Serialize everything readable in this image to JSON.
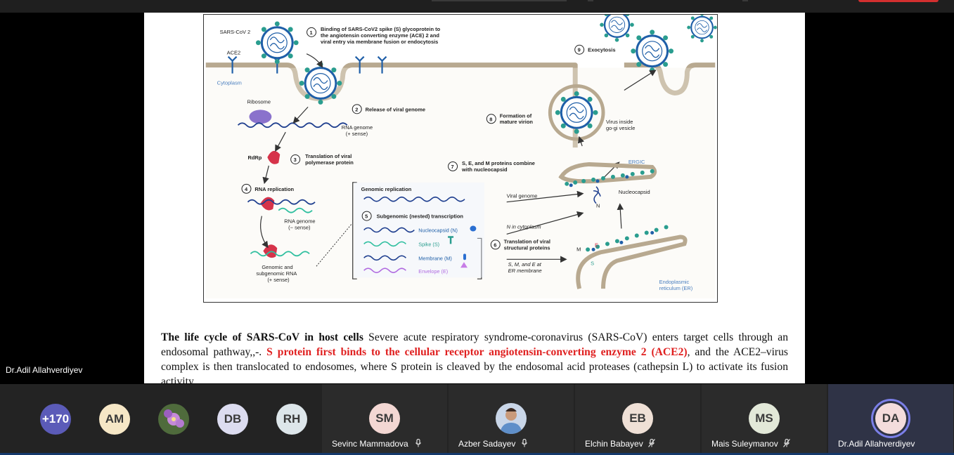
{
  "meeting": {
    "speaker_label": "Dr.Adil Allahverdiyev",
    "colors": {
      "background": "#000000",
      "gallery": "#232323",
      "tile": "#2b2b2b",
      "active_ring": "#7b7fe8",
      "record": "#d32f2f"
    }
  },
  "slide": {
    "figure_labels": {
      "sars": "SARS-CoV 2",
      "ace2": "ACE2",
      "cytoplasm": "Cytoplasm",
      "step1_num": "1",
      "step1_a": "Binding of SARS-CoV2 spike (S) glycoprotein to",
      "step1_b": "the angiotensin converting enzyme (ACE) 2 and",
      "step1_c": "viral entry via membrane fusion or endocytosis",
      "exocytosis_num": "9",
      "exocytosis": "Exocytosis",
      "ribosome": "Ribosome",
      "step2_num": "2",
      "step2": "Release of viral genome",
      "rna_genome_pos_a": "RNA genome",
      "rna_genome_pos_b": "(+ sense)",
      "rdrp": "RdRp",
      "step3_num": "3",
      "step3_a": "Translation of viral",
      "step3_b": "polymerase protein",
      "step8_num": "8",
      "step8_a": "Formation of",
      "step8_b": "mature virion",
      "golgi_a": "Virus inside",
      "golgi_b": "go-gi vesicle",
      "step7_num": "7",
      "step7_a": "S, E, and M proteins combine",
      "step7_b": "with nucleocapsid",
      "ergic": "ERGIC",
      "step4_num": "4",
      "step4": "RNA replication",
      "genomic_replication": "Genomic replication",
      "viral_genome": "Viral genome",
      "nucleocapsid": "Nucleocapsid",
      "n_label": "N",
      "rna_genome_neg_a": "RNA genome",
      "rna_genome_neg_b": "(− sense)",
      "step5_num": "5",
      "step5": "Subgenomic (nested) transcription",
      "legend_n": "Nucleocapsid (N)",
      "legend_s": "Spike (S)",
      "legend_m": "Membrane (M)",
      "legend_e": "Envelope (E)",
      "n_cytoplasm": "N in cytoplasm",
      "step6_num": "6",
      "step6_a": "Translation of viral",
      "step6_b": "structural proteins",
      "sme_a": "S, M, and E at",
      "sme_b": "ER membrane",
      "genomic_sub_a": "Genomic and",
      "genomic_sub_b": "subgenomic RNA",
      "genomic_sub_c": "(+ sense)",
      "m_label": "M",
      "e_label": "E",
      "s_label": "S",
      "er_a": "Endoplasmic",
      "er_b": "reticulum (ER)"
    },
    "caption": {
      "bold": "The life cycle of SARS-CoV in host cells",
      "text1": " Severe acute respiratory syndrome-coronavirus (SARS-CoV) enters target cells through an endosomal pathway,,-. ",
      "red": "S protein first binds to the cellular receptor angiotensin-converting enzyme 2 (ACE2)",
      "text2": ", and the ACE2–virus complex is then translocated to endosomes, where S protein is cleaved by the endosomal acid proteases (cathepsin L) to activate its fusion activity."
    }
  },
  "gallery": {
    "mini": [
      {
        "initials": "+170",
        "color": "#5b5bb8",
        "text_color": "#ffffff"
      },
      {
        "initials": "AM",
        "color": "#f6e7c6",
        "text_color": "#3a3a3a"
      },
      {
        "initials": "",
        "color": "#6c8f5a",
        "text_color": "#ffffff"
      },
      {
        "initials": "DB",
        "color": "#dcdcf0",
        "text_color": "#3a3a3a"
      },
      {
        "initials": "RH",
        "color": "#dde6ea",
        "text_color": "#3a3a3a"
      }
    ],
    "tiles": [
      {
        "initials": "SM",
        "name": "Sevinc Mammadova",
        "color": "#f3d7d3",
        "active": false,
        "mic": "mic-icon"
      },
      {
        "initials": "",
        "name": "Azber Sadayev",
        "color": "#c9d6e8",
        "active": false,
        "mic": "mic-icon"
      },
      {
        "initials": "EB",
        "name": "Elchin Babayev",
        "color": "#efe0d6",
        "active": false,
        "mic": "mic-muted-icon"
      },
      {
        "initials": "MS",
        "name": "Mais Suleymanov",
        "color": "#e2e8d8",
        "active": false,
        "mic": "mic-muted-icon"
      },
      {
        "initials": "DA",
        "name": "Dr.Adil Allahverdiyev",
        "color": "#f4dcdc",
        "active": true,
        "mic": "none"
      }
    ]
  }
}
